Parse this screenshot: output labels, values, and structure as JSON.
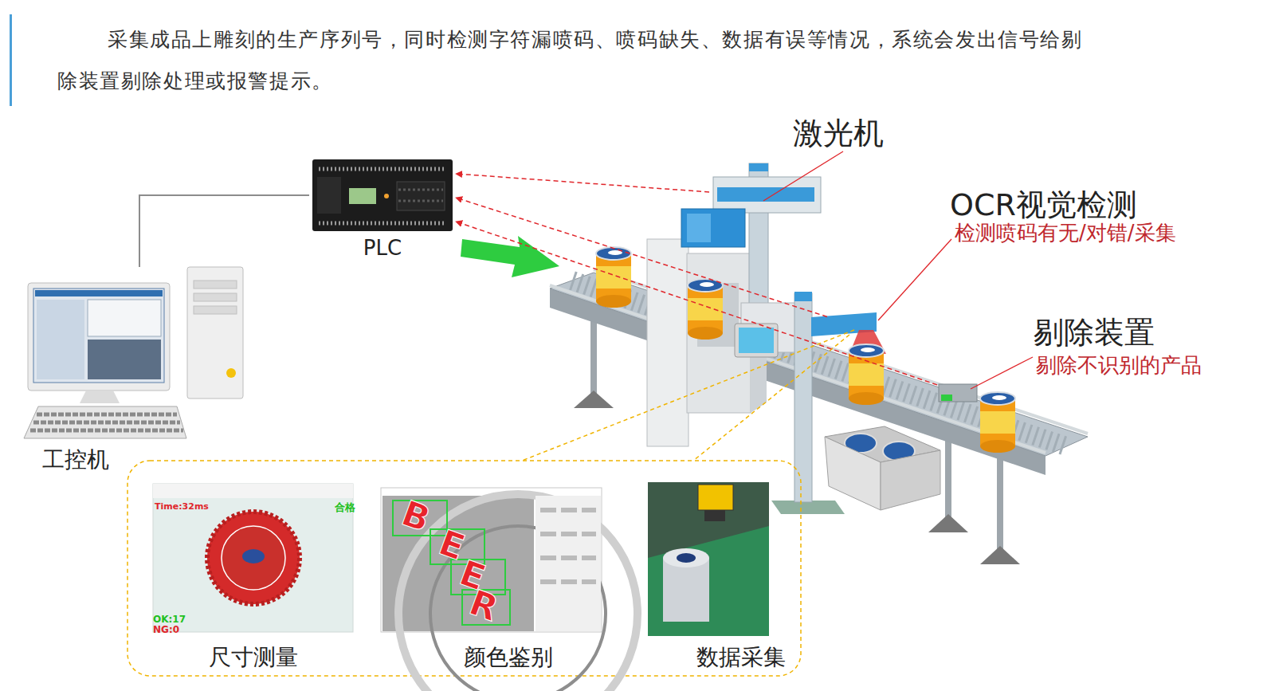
{
  "diagram": {
    "title": "采集成品上雕刻的生产序列号，同时检测字符漏喷码、喷码缺失、数据有误等情况，系统会发出信号给剔除装置剔除处理或报警提示。",
    "nodes": [
      {
        "text": [
          "PLC"
        ]
      },
      {
        "text": [
          "工控机"
        ]
      },
      {
        "text": [
          "激光机"
        ]
      },
      {
        "text": [
          "OCR视觉检测",
          "检测喷码有无/对错/采集"
        ]
      },
      {
        "text": [
          "剔除装置",
          "剔除不识别的产品"
        ]
      },
      {
        "text": [
          "尺寸测量"
        ]
      },
      {
        "text": [
          "颜色鉴别"
        ]
      },
      {
        "text": [
          "数据采集"
        ]
      }
    ],
    "edges": [
      {
        "from": 1,
        "to": 0,
        "arrow": "none"
      },
      {
        "from": 2,
        "to": 0,
        "arrow": "to"
      },
      {
        "from": 3,
        "to": 0,
        "arrow": "to"
      },
      {
        "from": 4,
        "to": 0,
        "arrow": "to"
      }
    ],
    "labels": [
      "Time:32ms",
      "合格",
      "OK:17",
      "NG:0",
      "B",
      "E",
      "E",
      "R"
    ]
  }
}
